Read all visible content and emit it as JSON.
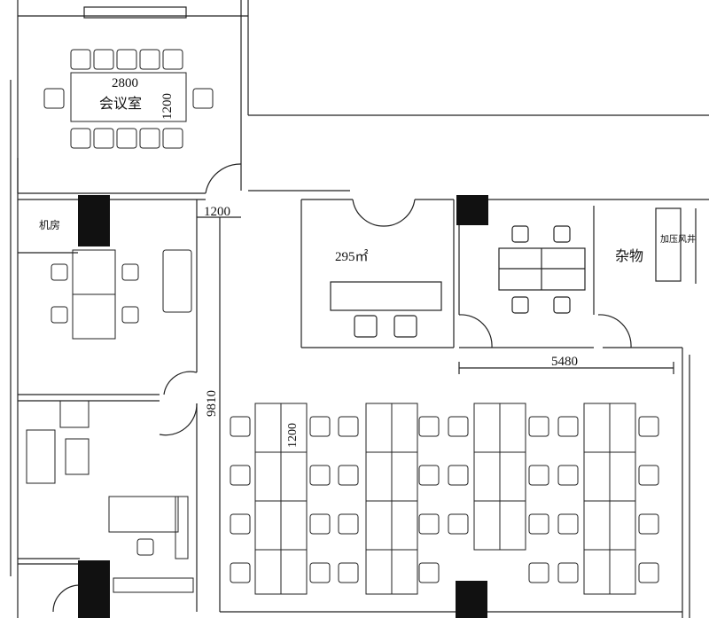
{
  "rooms": {
    "meeting": {
      "name": "会议室",
      "width_dim": "2800",
      "depth_dim": "1200"
    },
    "server": {
      "name": "机房"
    },
    "open_office": {
      "area": "295㎡",
      "corridor_dim": "1200",
      "length_dim": "9810",
      "desk_depth_dim": "1200",
      "span_dim": "5480"
    },
    "storage": {
      "name": "杂物"
    },
    "shaft": {
      "name": "加压风井"
    }
  }
}
